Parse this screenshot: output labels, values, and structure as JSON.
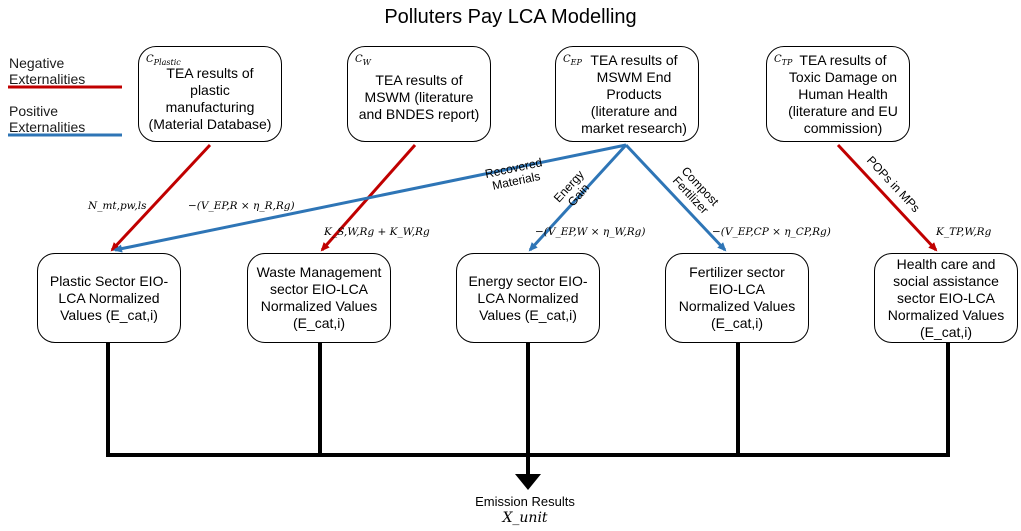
{
  "title": "Polluters Pay LCA Modelling",
  "legend": {
    "negative": {
      "label_line1": "Negative",
      "label_line2": "Externalities",
      "color": "#c00000"
    },
    "positive": {
      "label_line1": "Positive",
      "label_line2": "Externalities",
      "color": "#2e75b6"
    }
  },
  "top_boxes": [
    {
      "symbol": "C_Plastic",
      "text": "TEA results of plastic manufacturing (Material Database)"
    },
    {
      "symbol": "C_W",
      "text": "TEA results of MSWM (literature and BNDES report)"
    },
    {
      "symbol": "C_EP",
      "text": "TEA results of MSWM End Products (literature and market research)"
    },
    {
      "symbol": "C_TP",
      "text": "TEA results of Toxic Damage on Human Health (literature and EU commission)"
    }
  ],
  "bottom_boxes": [
    {
      "text": "Plastic Sector EIO-LCA Normalized Values (E_cat,i)"
    },
    {
      "text": "Waste Management sector EIO-LCA Normalized Values (E_cat,i)"
    },
    {
      "text": "Energy sector EIO-LCA Normalized Values (E_cat,i)"
    },
    {
      "text": "Fertilizer sector EIO-LCA Normalized Values (E_cat,i)"
    },
    {
      "text": "Health care and social assistance sector EIO-LCA Normalized Values (E_cat,i)"
    }
  ],
  "arrow_labels": {
    "recovered": "Recovered Materials",
    "energy": "Energy Gain",
    "compost": "Compost Fertilizer",
    "pops": "POPs in MPs"
  },
  "formulas": {
    "n_mt": "N_mt,pw,ls",
    "v_ep_r": "−(V_EP,R × η_R,Rg)",
    "k_sw": "K_S,W,Rg + K_W,Rg",
    "v_ep_w": "−(V_EP,W × η_W,Rg)",
    "v_ep_cp": "−(V_EP,CP × η_CP,Rg)",
    "k_tp": "K_TP,W,Rg"
  },
  "output": {
    "label": "Emission Results",
    "symbol": "X_unit"
  }
}
